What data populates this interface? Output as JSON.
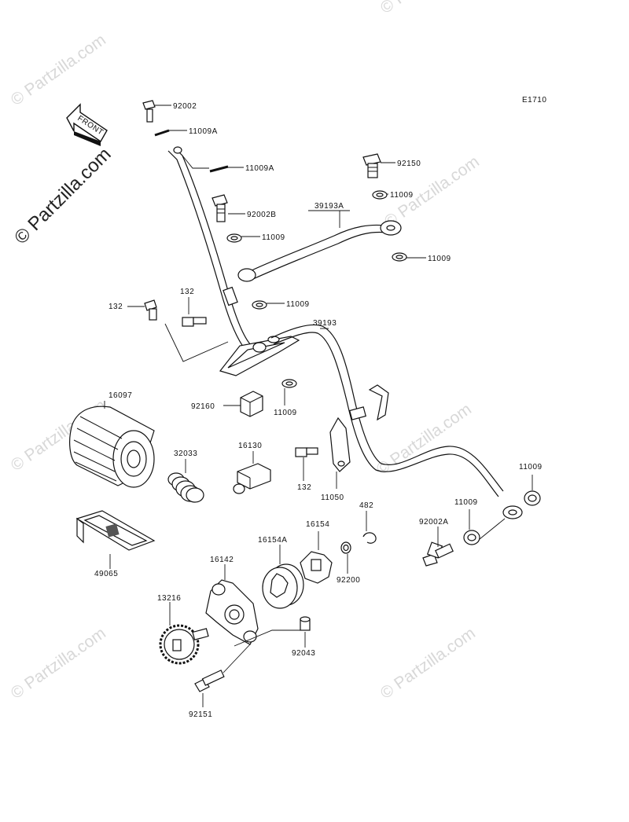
{
  "diagram_code": "E1710",
  "front_label": "FRONT",
  "watermark_main": "© Partzilla.com",
  "watermark_faint": "© Partzilla.com",
  "labels": {
    "p92002": "92002",
    "p11009A_1": "11009A",
    "p11009A_2": "11009A",
    "p92150": "92150",
    "p92002B": "92002B",
    "p11009_a": "11009",
    "p39193A": "39193A",
    "p11009_b": "11009",
    "p11009_c": "11009",
    "p132_a": "132",
    "p132_b": "132",
    "p11009_d": "11009",
    "p39193": "39193",
    "p16097": "16097",
    "p92160": "92160",
    "p11009_e": "11009",
    "p32033": "32033",
    "p16130": "16130",
    "p132_c": "132",
    "p11050": "11050",
    "p11009_f": "11009",
    "p11009_g": "11009",
    "p92002A": "92002A",
    "p482": "482",
    "p16154": "16154",
    "p16154A": "16154A",
    "p49065": "49065",
    "p16142": "16142",
    "p92200": "92200",
    "p13216": "13216",
    "p92043": "92043",
    "p92151": "92151"
  }
}
